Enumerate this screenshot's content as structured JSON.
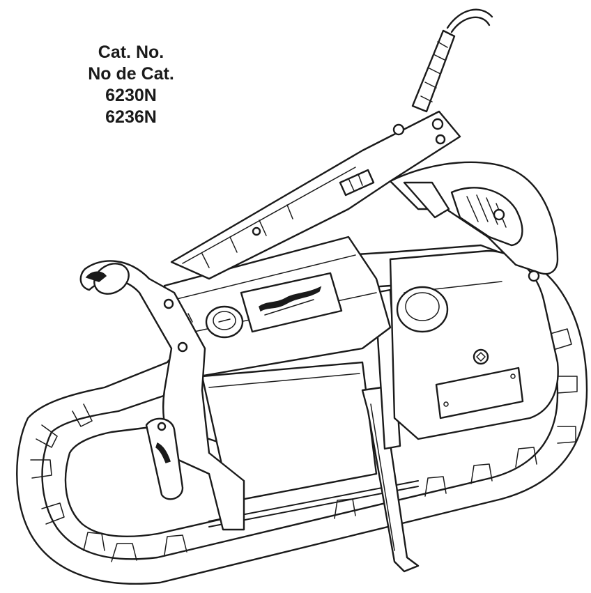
{
  "catalog": {
    "line1": "Cat. No.",
    "line2": "No de Cat.",
    "line3": "6230N",
    "line4": "6236N"
  },
  "illustration": {
    "subject": "band-saw-line-drawing",
    "brand_logo_icon": "milwaukee-logo-icon"
  }
}
